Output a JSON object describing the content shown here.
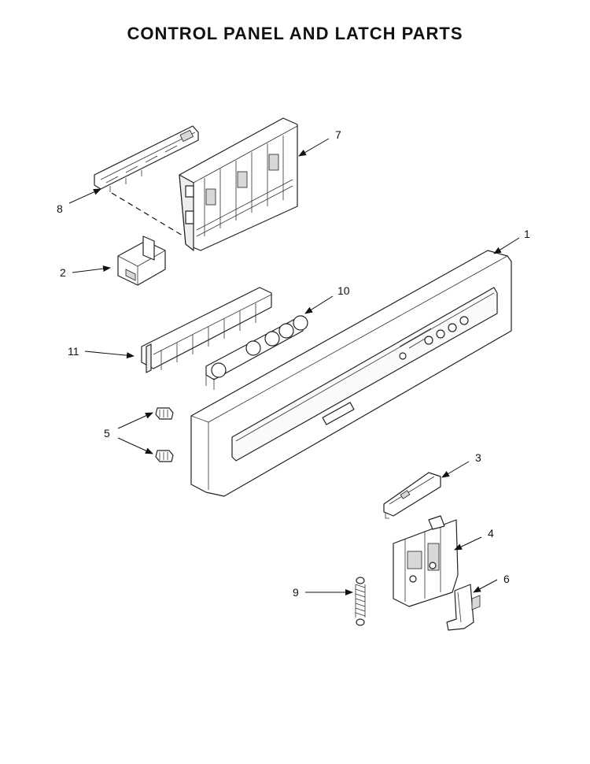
{
  "title": "CONTROL PANEL AND LATCH PARTS",
  "callouts": {
    "c1": "1",
    "c2": "2",
    "c3": "3",
    "c4": "4",
    "c5": "5",
    "c6": "6",
    "c7": "7",
    "c8": "8",
    "c9": "9",
    "c10": "10",
    "c11": "11"
  }
}
